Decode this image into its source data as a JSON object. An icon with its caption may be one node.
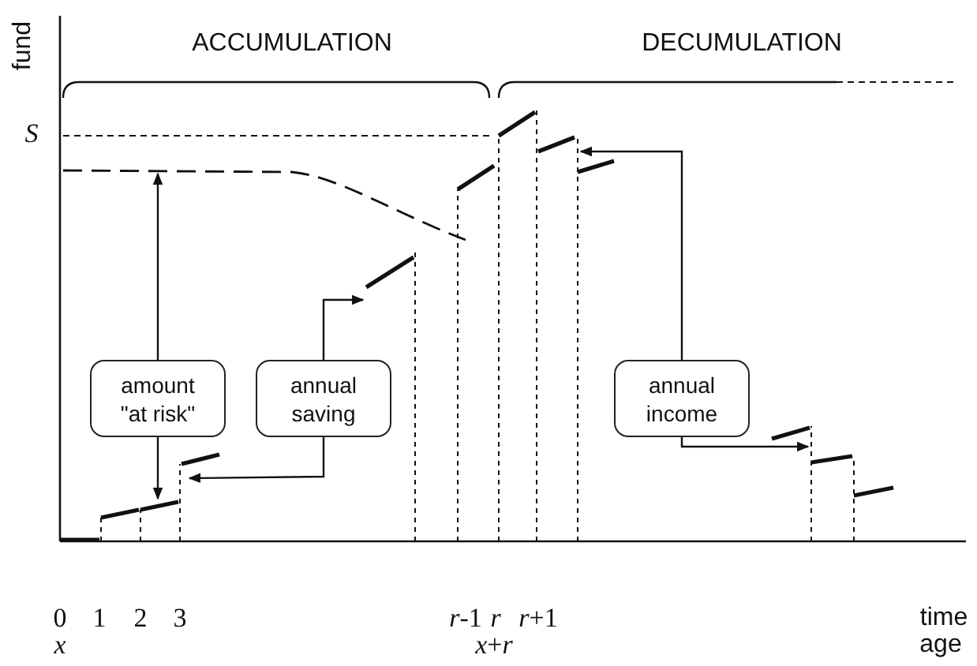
{
  "diagram": {
    "nodes": [
      {
        "text": [
          "amount \"at risk\""
        ]
      },
      {
        "text": [
          "annual saving"
        ]
      },
      {
        "text": [
          "annual income"
        ]
      }
    ],
    "edges": [
      {
        "from": 0,
        "to": null,
        "arrow": "to"
      },
      {
        "from": 0,
        "to": null,
        "arrow": "to"
      },
      {
        "from": 1,
        "to": null,
        "arrow": "to"
      },
      {
        "from": 1,
        "to": null,
        "arrow": "to"
      },
      {
        "from": 2,
        "to": null,
        "arrow": "to"
      },
      {
        "from": 2,
        "to": null,
        "arrow": "to"
      }
    ],
    "labels": [
      "fund",
      "ACCUMULATION",
      "DECUMULATION",
      "S",
      "0",
      "1",
      "2",
      "3",
      "*r*-1",
      "*r*",
      "*r*+1",
      "time",
      "x",
      "*x*+*r*",
      "age"
    ]
  }
}
